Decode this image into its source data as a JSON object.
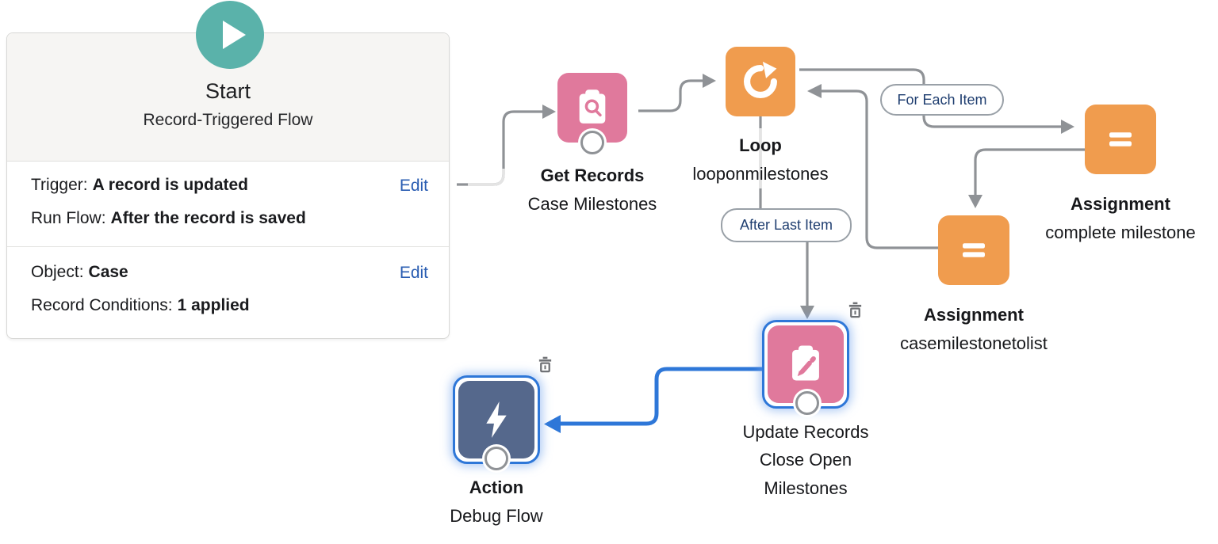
{
  "start_card": {
    "title": "Start",
    "subtitle": "Record-Triggered Flow",
    "sections": [
      {
        "rows": [
          {
            "label": "Trigger:",
            "value": "A record is updated"
          },
          {
            "label": "Run Flow:",
            "value": "After the record is saved"
          }
        ],
        "edit": "Edit"
      },
      {
        "rows": [
          {
            "label": "Object:",
            "value": "Case"
          },
          {
            "label": "Record Conditions:",
            "value": "1 applied"
          }
        ],
        "edit": "Edit"
      }
    ]
  },
  "nodes": {
    "get_records": {
      "title": "Get Records",
      "subtitle": "Case Milestones",
      "icon": "clipboard-search-icon"
    },
    "loop": {
      "title": "Loop",
      "subtitle": "looponmilestones",
      "icon": "loop-icon"
    },
    "assignment_complete_milestone": {
      "title": "Assignment",
      "subtitle": "complete milestone",
      "icon": "equals-icon"
    },
    "assignment_casemilestonetolist": {
      "title": "Assignment",
      "subtitle": "casemilestonetolist",
      "icon": "equals-icon"
    },
    "update_records": {
      "title": "Update Records",
      "subtitle": "Close Open Milestones",
      "icon": "clipboard-pencil-icon",
      "selected": true
    },
    "action": {
      "title": "Action",
      "subtitle": "Debug Flow",
      "icon": "lightning-bolt-icon",
      "selected": true
    }
  },
  "connector_labels": {
    "for_each_item": "For Each Item",
    "after_last_item": "After Last Item"
  },
  "colors": {
    "data_element_pink": "#e0799c",
    "logic_element_orange": "#f09c4e",
    "action_element_slate": "#55688c",
    "start_teal": "#5ab2aa",
    "connector_gray": "#8f9296",
    "selection_blue": "#2e77d8",
    "link_blue": "#2a5db2",
    "pill_text_navy": "#1f3e70",
    "trash_gray": "#707276"
  }
}
